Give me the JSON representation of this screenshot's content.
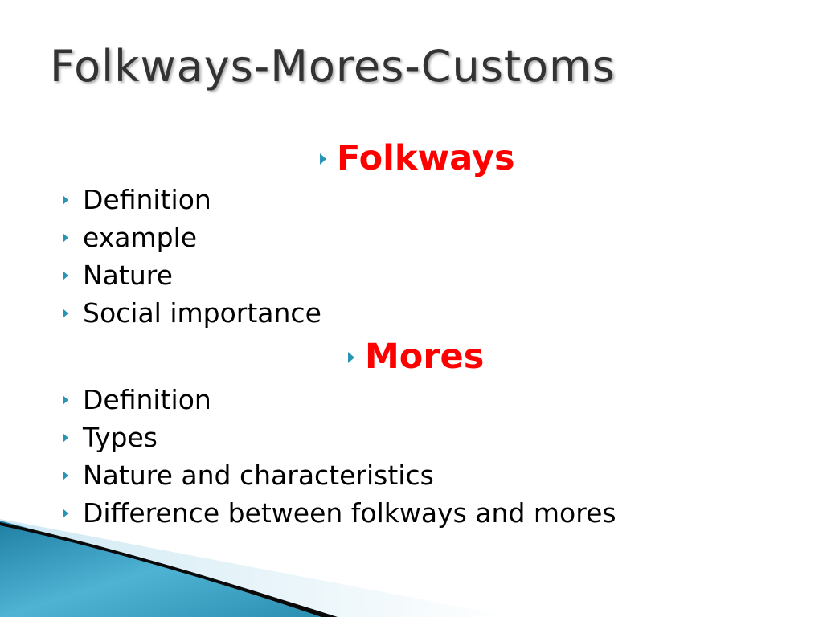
{
  "slide": {
    "title": "Folkways-Mores-Customs",
    "sections": [
      {
        "heading": "Folkways",
        "items": [
          "Definition",
          "example",
          "Nature",
          "Social importance"
        ]
      },
      {
        "heading": "Mores",
        "items": [
          "Definition",
          "Types",
          "Nature and characteristics",
          "Difference between folkways and mores"
        ]
      }
    ]
  },
  "colors": {
    "heading": "#ff0000",
    "bullet": "#2a94b4",
    "title": "#333333",
    "decor_band": "#2a8fb0"
  },
  "icons": {
    "bullet": "triangle-bullet-icon"
  }
}
